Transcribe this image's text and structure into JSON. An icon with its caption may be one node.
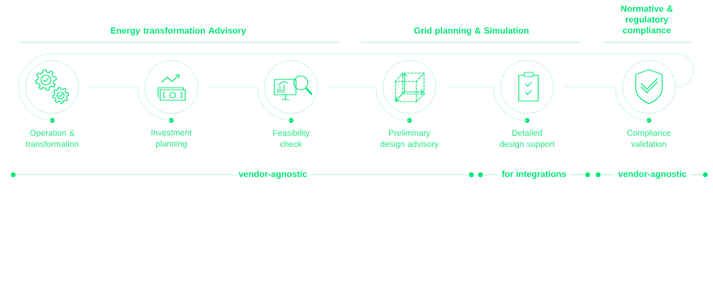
{
  "diagram": {
    "nodes": [
      {
        "text": [
          "Operation & transformation"
        ]
      },
      {
        "text": [
          "Investment planning"
        ]
      },
      {
        "text": [
          "Feasibility check"
        ]
      },
      {
        "text": [
          "Preliminary design advisory"
        ]
      },
      {
        "text": [
          "Detailed design support"
        ]
      },
      {
        "text": [
          "Compliance validation"
        ]
      },
      {
        "text": [],
        "shape": "circle"
      },
      {
        "text": [],
        "shape": "circle"
      },
      {
        "text": [],
        "shape": "circle"
      },
      {
        "text": [],
        "shape": "circle"
      },
      {
        "text": [],
        "shape": "circle"
      },
      {
        "text": [],
        "shape": "circle"
      }
    ],
    "edges": [
      {
        "from": 0,
        "to": 1,
        "arrow": "none"
      },
      {
        "from": 1,
        "to": 2,
        "arrow": "none"
      },
      {
        "from": 2,
        "to": 3,
        "arrow": "none"
      },
      {
        "from": 3,
        "to": 4,
        "arrow": "none"
      },
      {
        "from": 4,
        "to": 5,
        "arrow": "none"
      },
      {
        "from": 5,
        "to": 0,
        "arrow": "none"
      },
      {
        "from": 6,
        "to": 7,
        "arrow": "none",
        "label": "vendor-agnostic"
      },
      {
        "from": 8,
        "to": 9,
        "arrow": "none",
        "label": "for integrations"
      },
      {
        "from": 10,
        "to": 11,
        "arrow": "none",
        "label": "vendor-agnostic"
      }
    ],
    "labels": [
      "Energy transformation Advisory",
      "Grid planning & Simulation",
      "Normative & regulatory compliance"
    ]
  }
}
